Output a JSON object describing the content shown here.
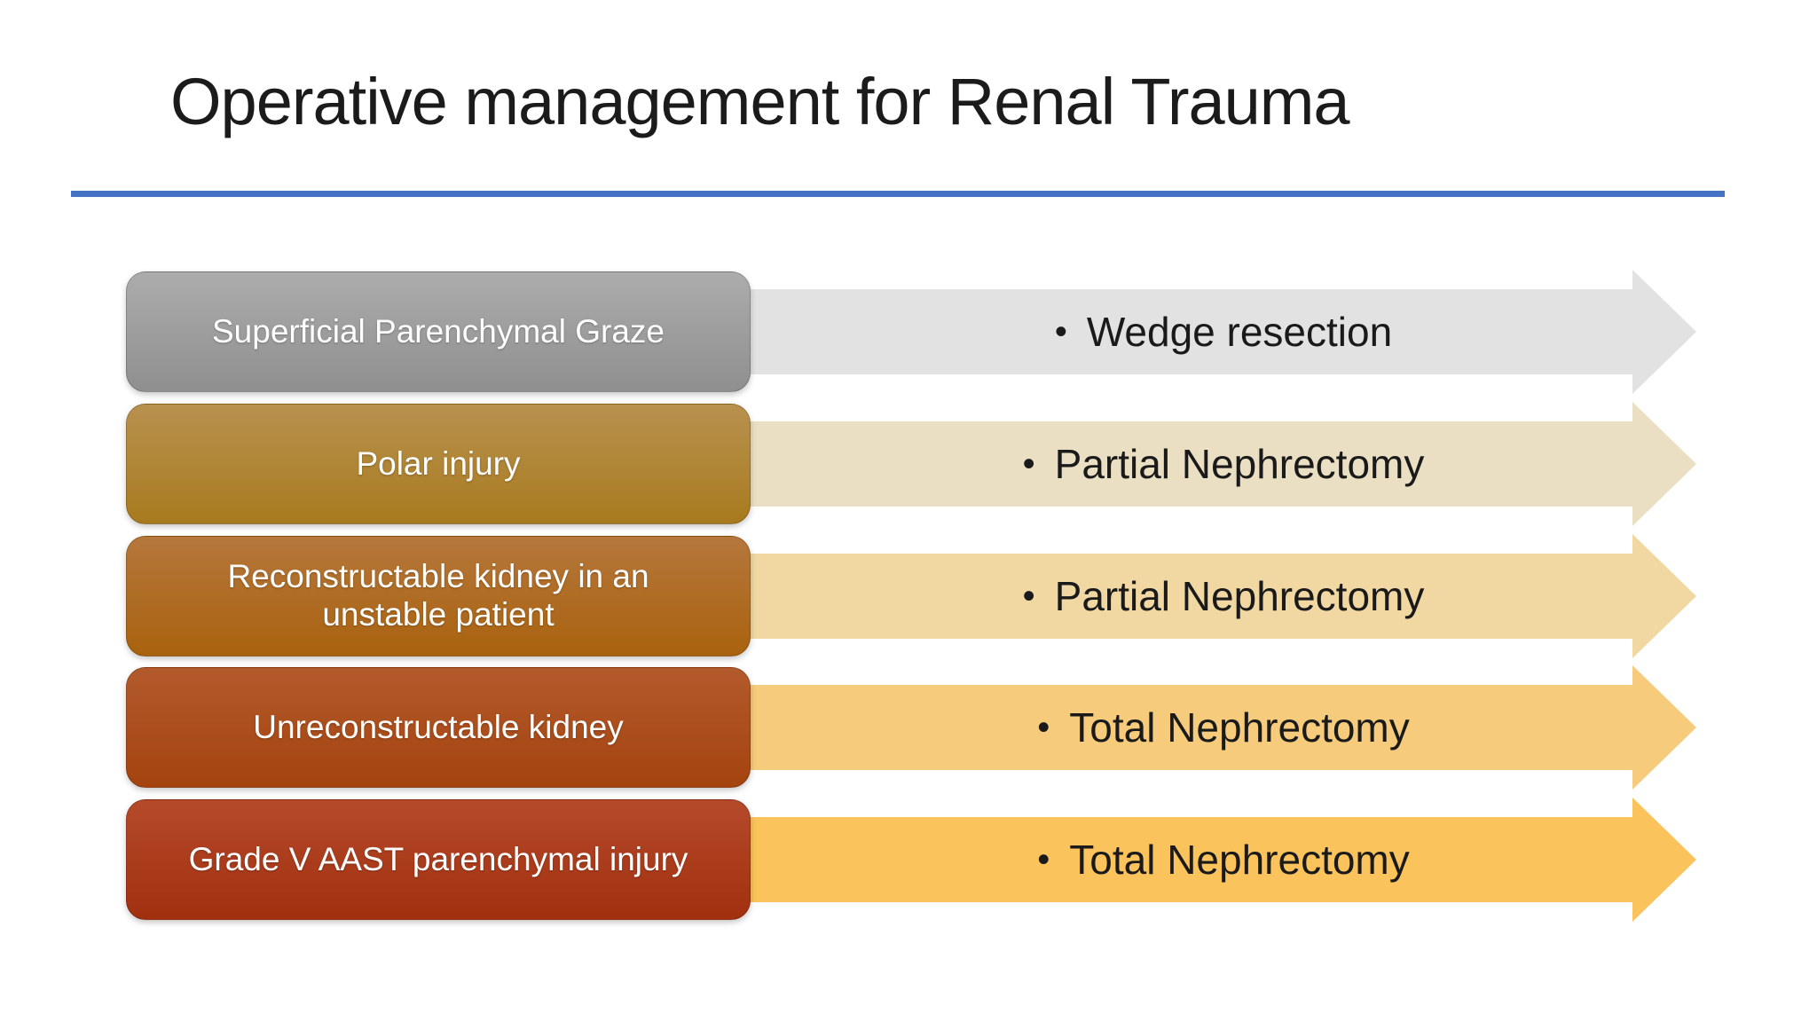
{
  "slide": {
    "title": "Operative management for Renal Trauma",
    "divider_color": "#4472C4",
    "background": "#FFFFFF"
  },
  "bullet": "•",
  "rows": [
    {
      "condition": "Superficial Parenchymal Graze",
      "treatment": "Wedge resection",
      "box_top": "#ACACAC",
      "box_bottom": "#8F8F8F",
      "arrow": "#E2E2E2"
    },
    {
      "condition": "Polar injury",
      "treatment": "Partial Nephrectomy",
      "box_top": "#B8914F",
      "box_bottom": "#A87A1E",
      "arrow": "#EADFC3"
    },
    {
      "condition": "Reconstructable kidney in an unstable patient",
      "treatment": "Partial Nephrectomy",
      "box_top": "#B5773C",
      "box_bottom": "#A9620E",
      "arrow": "#F1D8A3"
    },
    {
      "condition": "Unreconstructable kidney",
      "treatment": "Total Nephrectomy",
      "box_top": "#B35A2C",
      "box_bottom": "#A4430E",
      "arrow": "#F7CB7C"
    },
    {
      "condition": "Grade V AAST parenchymal injury",
      "treatment": "Total Nephrectomy",
      "box_top": "#B54A2B",
      "box_bottom": "#A1300F",
      "arrow": "#FBC35C"
    }
  ]
}
